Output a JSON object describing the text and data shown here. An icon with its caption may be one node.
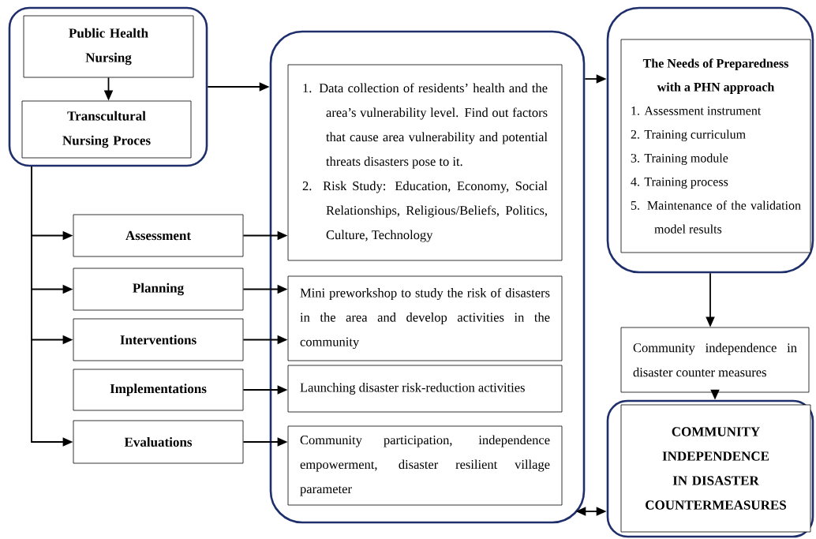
{
  "diagram": {
    "nodes": [
      {
        "text": [],
        "shape": "box"
      },
      {
        "text": [
          "Public Health Nursing"
        ],
        "in": 0
      },
      {
        "text": [
          "Transcultural Nursing Proces"
        ],
        "in": 0
      },
      {
        "text": [
          "Assessment"
        ]
      },
      {
        "text": [
          "Planning"
        ]
      },
      {
        "text": [
          "Interventions"
        ]
      },
      {
        "text": [
          "Implementations"
        ]
      },
      {
        "text": [
          "Evaluations"
        ]
      },
      {
        "text": [],
        "shape": "box"
      },
      {
        "text": [
          "1. Data collection of residents’ health and the area’s vulnerability level. Find out factors that cause area vulnerability and potential threats disasters pose to it.",
          "2. Risk Study: Education, Economy, Social Relationships, Religious/Beliefs, Politics, Culture, Technology"
        ],
        "in": 8
      },
      {
        "text": [
          "Mini preworkshop to study the risk of disasters in the area and develop activities in the community"
        ],
        "in": 8
      },
      {
        "text": [
          "Launching disaster risk-reduction activities"
        ],
        "in": 8
      },
      {
        "text": [
          "Community participation, independence empowerment, disaster resilient village parameter"
        ],
        "in": 8
      },
      {
        "text": [],
        "shape": "box"
      },
      {
        "text": [
          "The Needs of Preparedness with a PHN approach",
          "1. Assessment instrument",
          "2. Training curriculum",
          "3. Training module",
          "4. Training process",
          "5. Maintenance of the validation model results"
        ],
        "in": 13
      },
      {
        "text": [
          "Community independence in disaster counter measures"
        ]
      },
      {
        "text": [],
        "shape": "box"
      },
      {
        "text": [
          "COMMUNITY INDEPENDENCE IN DISASTER COUNTERMEASURES"
        ],
        "in": 16
      }
    ],
    "edges": [
      {
        "from": 1,
        "to": 2,
        "arrow": "to"
      },
      {
        "from": 0,
        "to": 8,
        "arrow": "to"
      },
      {
        "from": 0,
        "to": 3,
        "arrow": "to"
      },
      {
        "from": 0,
        "to": 4,
        "arrow": "to"
      },
      {
        "from": 0,
        "to": 5,
        "arrow": "to"
      },
      {
        "from": 0,
        "to": 7,
        "arrow": "to"
      },
      {
        "from": 3,
        "to": 9,
        "arrow": "to"
      },
      {
        "from": 4,
        "to": 10,
        "arrow": "to"
      },
      {
        "from": 5,
        "to": 10,
        "arrow": "to"
      },
      {
        "from": 6,
        "to": 11,
        "arrow": "to"
      },
      {
        "from": 7,
        "to": 12,
        "arrow": "to"
      },
      {
        "from": 8,
        "to": 13,
        "arrow": "to"
      },
      {
        "from": 13,
        "to": 15,
        "arrow": "to"
      },
      {
        "from": 15,
        "to": 16,
        "arrow": "to"
      },
      {
        "from": 8,
        "to": 16,
        "arrow": "both"
      }
    ]
  }
}
